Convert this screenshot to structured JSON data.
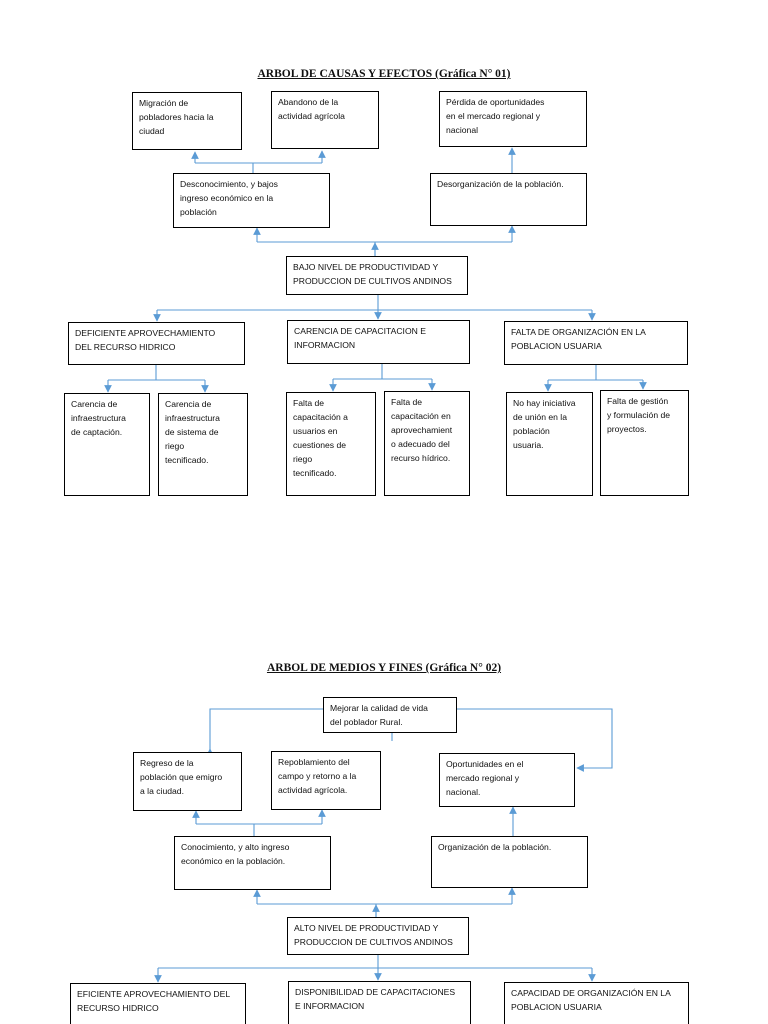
{
  "diagram1": {
    "title": "ARBOL DE CAUSAS Y EFECTOS (Gráfica N° 01)",
    "effects": [
      "Migración de\npobladores hacia la\nciudad",
      "Abandono de la\nactividad agrícola",
      "Pérdida de oportunidades\nen el mercado regional y\nnacional"
    ],
    "mid_effects": [
      "Desconocimiento, y bajos\ningreso económico en la\npoblación",
      "Desorganización de la población."
    ],
    "central_problem": "BAJO NIVEL DE PRODUCTIVIDAD Y\nPRODUCCION DE CULTIVOS ANDINOS",
    "causes": [
      "DEFICIENTE APROVECHAMIENTO\nDEL RECURSO HIDRICO",
      "CARENCIA DE CAPACITACION E\nINFORMACION",
      "FALTA DE ORGANIZACIÓN EN LA\nPOBLACION USUARIA"
    ],
    "sub_causes": [
      "Carencia de\ninfraestructura\nde captación.",
      "Carencia de\ninfraestructura\nde sistema de\nriego\ntecnificado.",
      "Falta de\ncapacitación a\nusuarios en\ncuestiones de\nriego\ntecnificado.",
      "Falta de\ncapacitación en\naprovechamient\no adecuado del\nrecurso hídrico.",
      "No hay iniciativa\nde unión en la\npoblación\nusuaria.",
      "Falta de gestión\ny formulación de\nproyectos."
    ]
  },
  "diagram2": {
    "title": "ARBOL DE MEDIOS Y FINES (Gráfica N° 02)",
    "final_end": "Mejorar la calidad de vida\ndel poblador Rural.",
    "ends": [
      "Regreso de la\npoblación que emigro\na la ciudad.",
      "Repoblamiento del\ncampo y retorno a la\nactividad agrícola.",
      "Oportunidades en el\nmercado regional y\nnacional."
    ],
    "mid_ends": [
      "Conocimiento, y alto ingreso\neconómico en la población.",
      "Organización de la población."
    ],
    "central_objective": "ALTO NIVEL DE PRODUCTIVIDAD Y\nPRODUCCION DE CULTIVOS ANDINOS",
    "means": [
      "EFICIENTE APROVECHAMIENTO DEL\nRECURSO HIDRICO",
      "DISPONIBILIDAD DE CAPACITACIONES\nE INFORMACION",
      "CAPACIDAD DE ORGANIZACIÓN EN LA\nPOBLACION USUARIA"
    ]
  }
}
